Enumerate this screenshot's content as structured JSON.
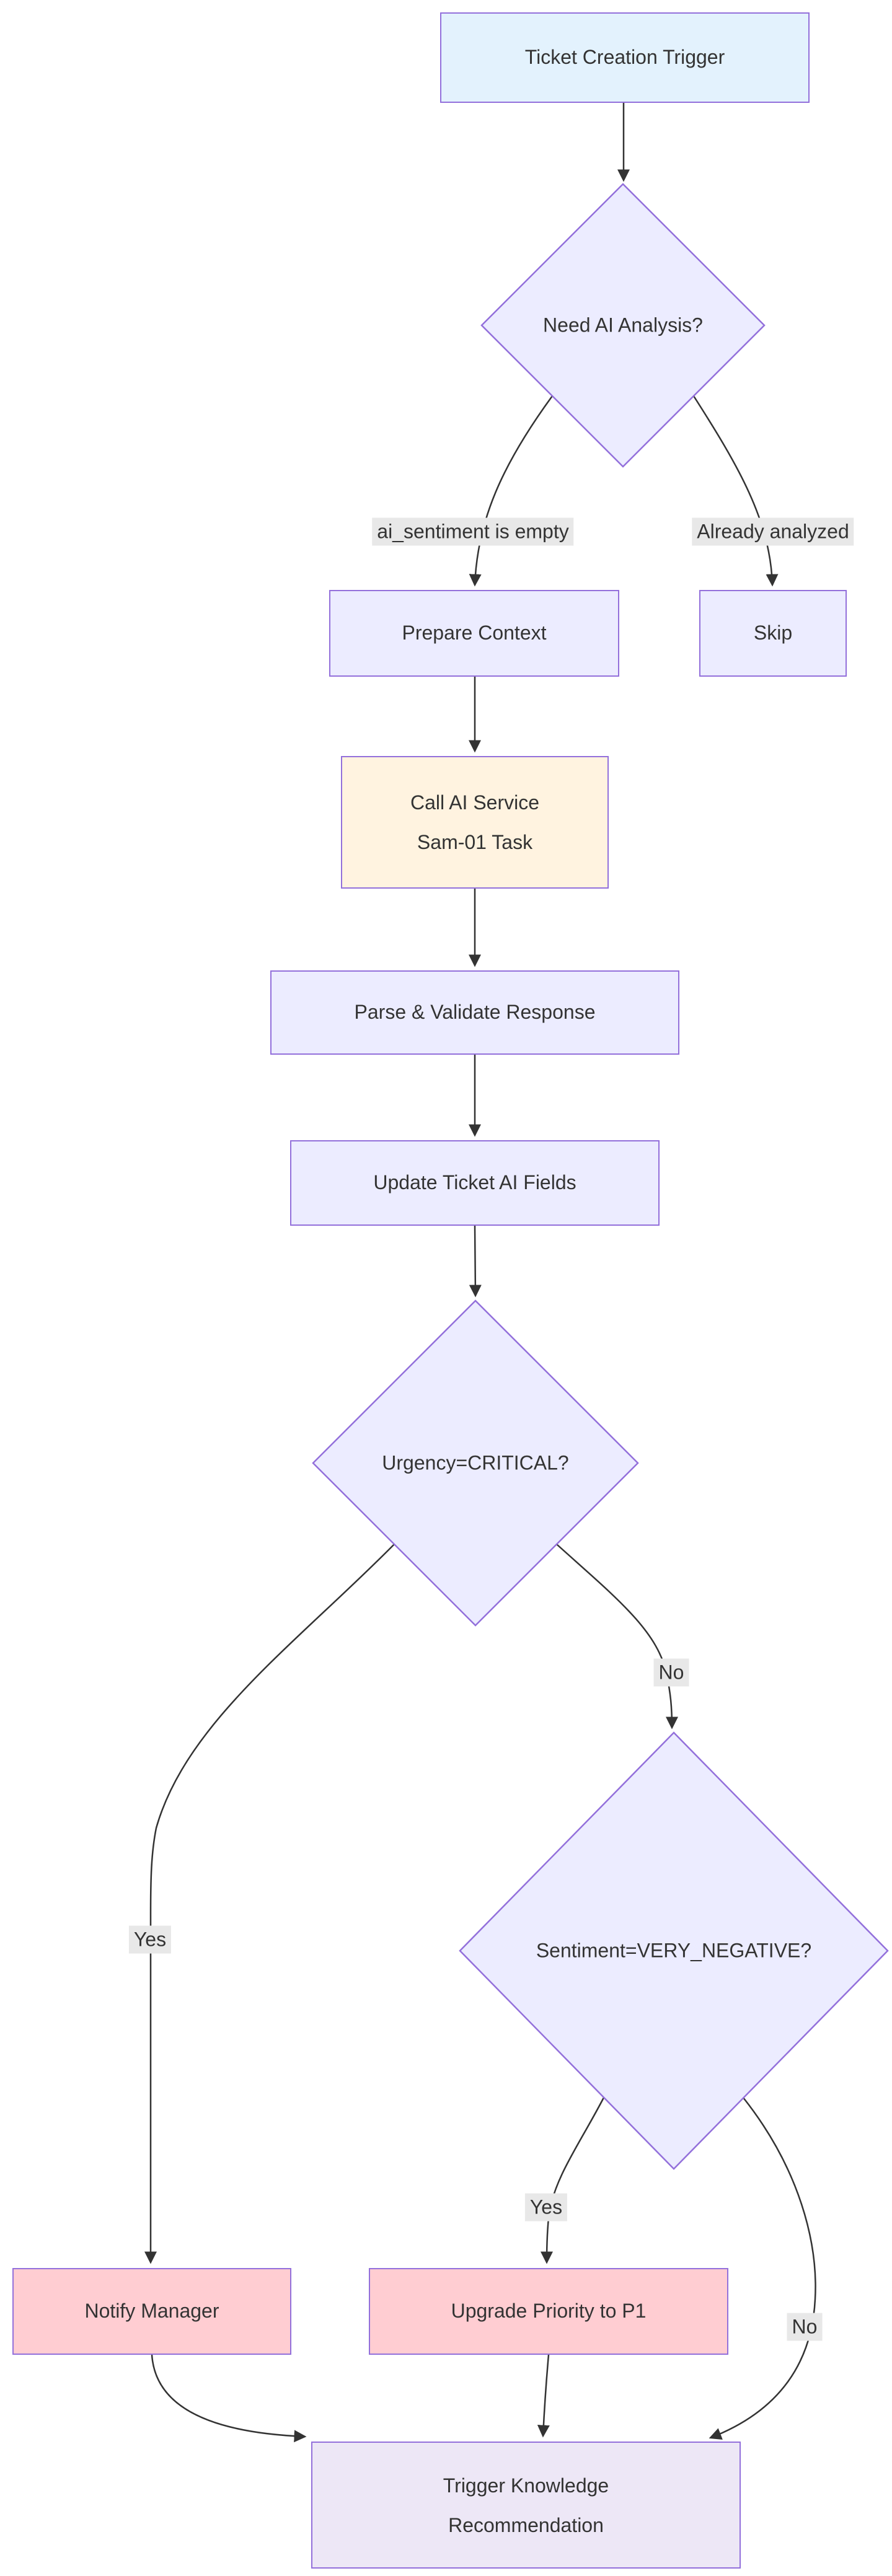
{
  "diagram_type": "flowchart",
  "nodes": {
    "ticket_trigger": {
      "label": "Ticket Creation Trigger"
    },
    "need_analysis": {
      "label": "Need AI Analysis?"
    },
    "prepare_context": {
      "label": "Prepare Context"
    },
    "skip": {
      "label": "Skip"
    },
    "call_ai": {
      "line1": "Call AI Service",
      "line2": "Sam-01 Task"
    },
    "parse_validate": {
      "label": "Parse & Validate Response"
    },
    "update_ticket": {
      "label": "Update Ticket AI Fields"
    },
    "urgency": {
      "label": "Urgency=CRITICAL?"
    },
    "sentiment": {
      "label": "Sentiment=VERY_NEGATIVE?"
    },
    "notify_manager": {
      "label": "Notify Manager"
    },
    "upgrade_priority": {
      "label": "Upgrade Priority to P1"
    },
    "trigger_knowledge": {
      "line1": "Trigger Knowledge",
      "line2": "Recommendation"
    }
  },
  "edge_labels": {
    "ai_sentiment_empty": "ai_sentiment is empty",
    "already_analyzed": "Already analyzed",
    "urgency_yes": "Yes",
    "urgency_no": "No",
    "sentiment_yes": "Yes",
    "sentiment_no": "No"
  },
  "colors": {
    "bg": "#ffffff",
    "text": "#333333",
    "line": "#333333",
    "node_border": "#9370DB",
    "node_fill": "#ECECFF",
    "trigger_fill": "#E3F2FD",
    "ai_fill": "#FFF3E0",
    "alert_fill": "#FFCDD2",
    "knowledge_fill": "#EDE7F6",
    "label_bg": "#e8e8e8"
  }
}
